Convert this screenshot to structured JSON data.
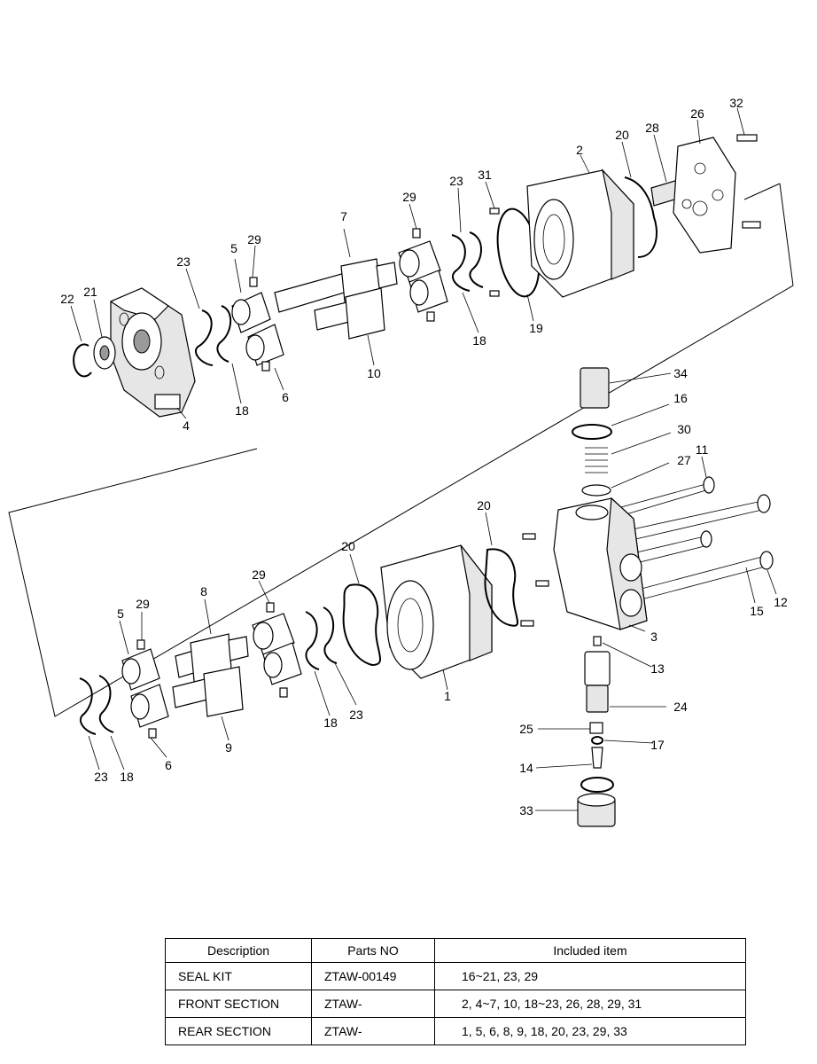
{
  "callouts": [
    {
      "n": "1"
    },
    {
      "n": "2"
    },
    {
      "n": "3"
    },
    {
      "n": "4"
    },
    {
      "n": "5"
    },
    {
      "n": "5"
    },
    {
      "n": "6"
    },
    {
      "n": "6"
    },
    {
      "n": "7"
    },
    {
      "n": "8"
    },
    {
      "n": "9"
    },
    {
      "n": "10"
    },
    {
      "n": "11"
    },
    {
      "n": "12"
    },
    {
      "n": "13"
    },
    {
      "n": "14"
    },
    {
      "n": "15"
    },
    {
      "n": "16"
    },
    {
      "n": "17"
    },
    {
      "n": "18"
    },
    {
      "n": "18"
    },
    {
      "n": "18"
    },
    {
      "n": "18"
    },
    {
      "n": "19"
    },
    {
      "n": "20"
    },
    {
      "n": "20"
    },
    {
      "n": "20"
    },
    {
      "n": "21"
    },
    {
      "n": "22"
    },
    {
      "n": "23"
    },
    {
      "n": "23"
    },
    {
      "n": "23"
    },
    {
      "n": "23"
    },
    {
      "n": "24"
    },
    {
      "n": "25"
    },
    {
      "n": "26"
    },
    {
      "n": "27"
    },
    {
      "n": "28"
    },
    {
      "n": "29"
    },
    {
      "n": "29"
    },
    {
      "n": "29"
    },
    {
      "n": "29"
    },
    {
      "n": "30"
    },
    {
      "n": "31"
    },
    {
      "n": "32"
    },
    {
      "n": "33"
    },
    {
      "n": "34"
    }
  ],
  "table": {
    "headers": [
      "Description",
      "Parts NO",
      "Included item"
    ],
    "rows": [
      {
        "description": "SEAL KIT",
        "parts_no": "ZTAW-00149",
        "included": "16~21, 23, 29"
      },
      {
        "description": "FRONT SECTION",
        "parts_no": "ZTAW-",
        "included": "2, 4~7, 10, 18~23, 26, 28, 29, 31"
      },
      {
        "description": "REAR SECTION",
        "parts_no": "ZTAW-",
        "included": "1, 5, 6, 8, 9, 18, 20, 23, 29, 33"
      }
    ]
  }
}
